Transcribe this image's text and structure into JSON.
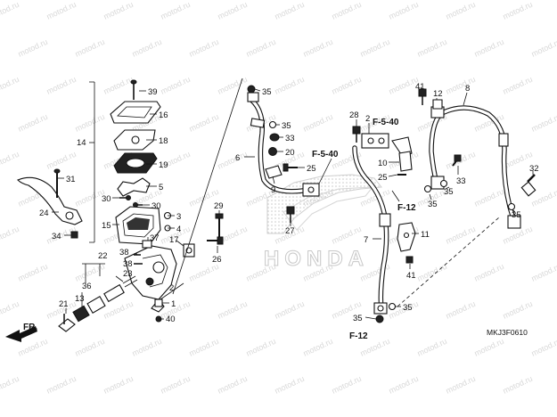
{
  "watermark": "motod.ru",
  "diagram_code": "MKJ3F0610",
  "front_indicator": "FR.",
  "logo_text": "HONDA",
  "refs": [
    {
      "id": "ref-f540-top",
      "text": "F-5-40"
    },
    {
      "id": "ref-f540-mid",
      "text": "F-5-40"
    },
    {
      "id": "ref-f12-right",
      "text": "F-12"
    },
    {
      "id": "ref-f12-bottom",
      "text": "F-12"
    }
  ],
  "callouts": [
    "39",
    "16",
    "18",
    "19",
    "5",
    "14",
    "15",
    "30",
    "30",
    "3",
    "4",
    "31",
    "24",
    "34",
    "17",
    "37",
    "38",
    "38",
    "29",
    "26",
    "22",
    "36",
    "23",
    "21",
    "13",
    "2",
    "1",
    "40",
    "35",
    "35",
    "33",
    "20",
    "6",
    "9",
    "25",
    "27",
    "28",
    "2",
    "10",
    "25",
    "41",
    "12",
    "8",
    "33",
    "35",
    "35",
    "32",
    "35",
    "7",
    "11",
    "41",
    "35",
    "35"
  ]
}
